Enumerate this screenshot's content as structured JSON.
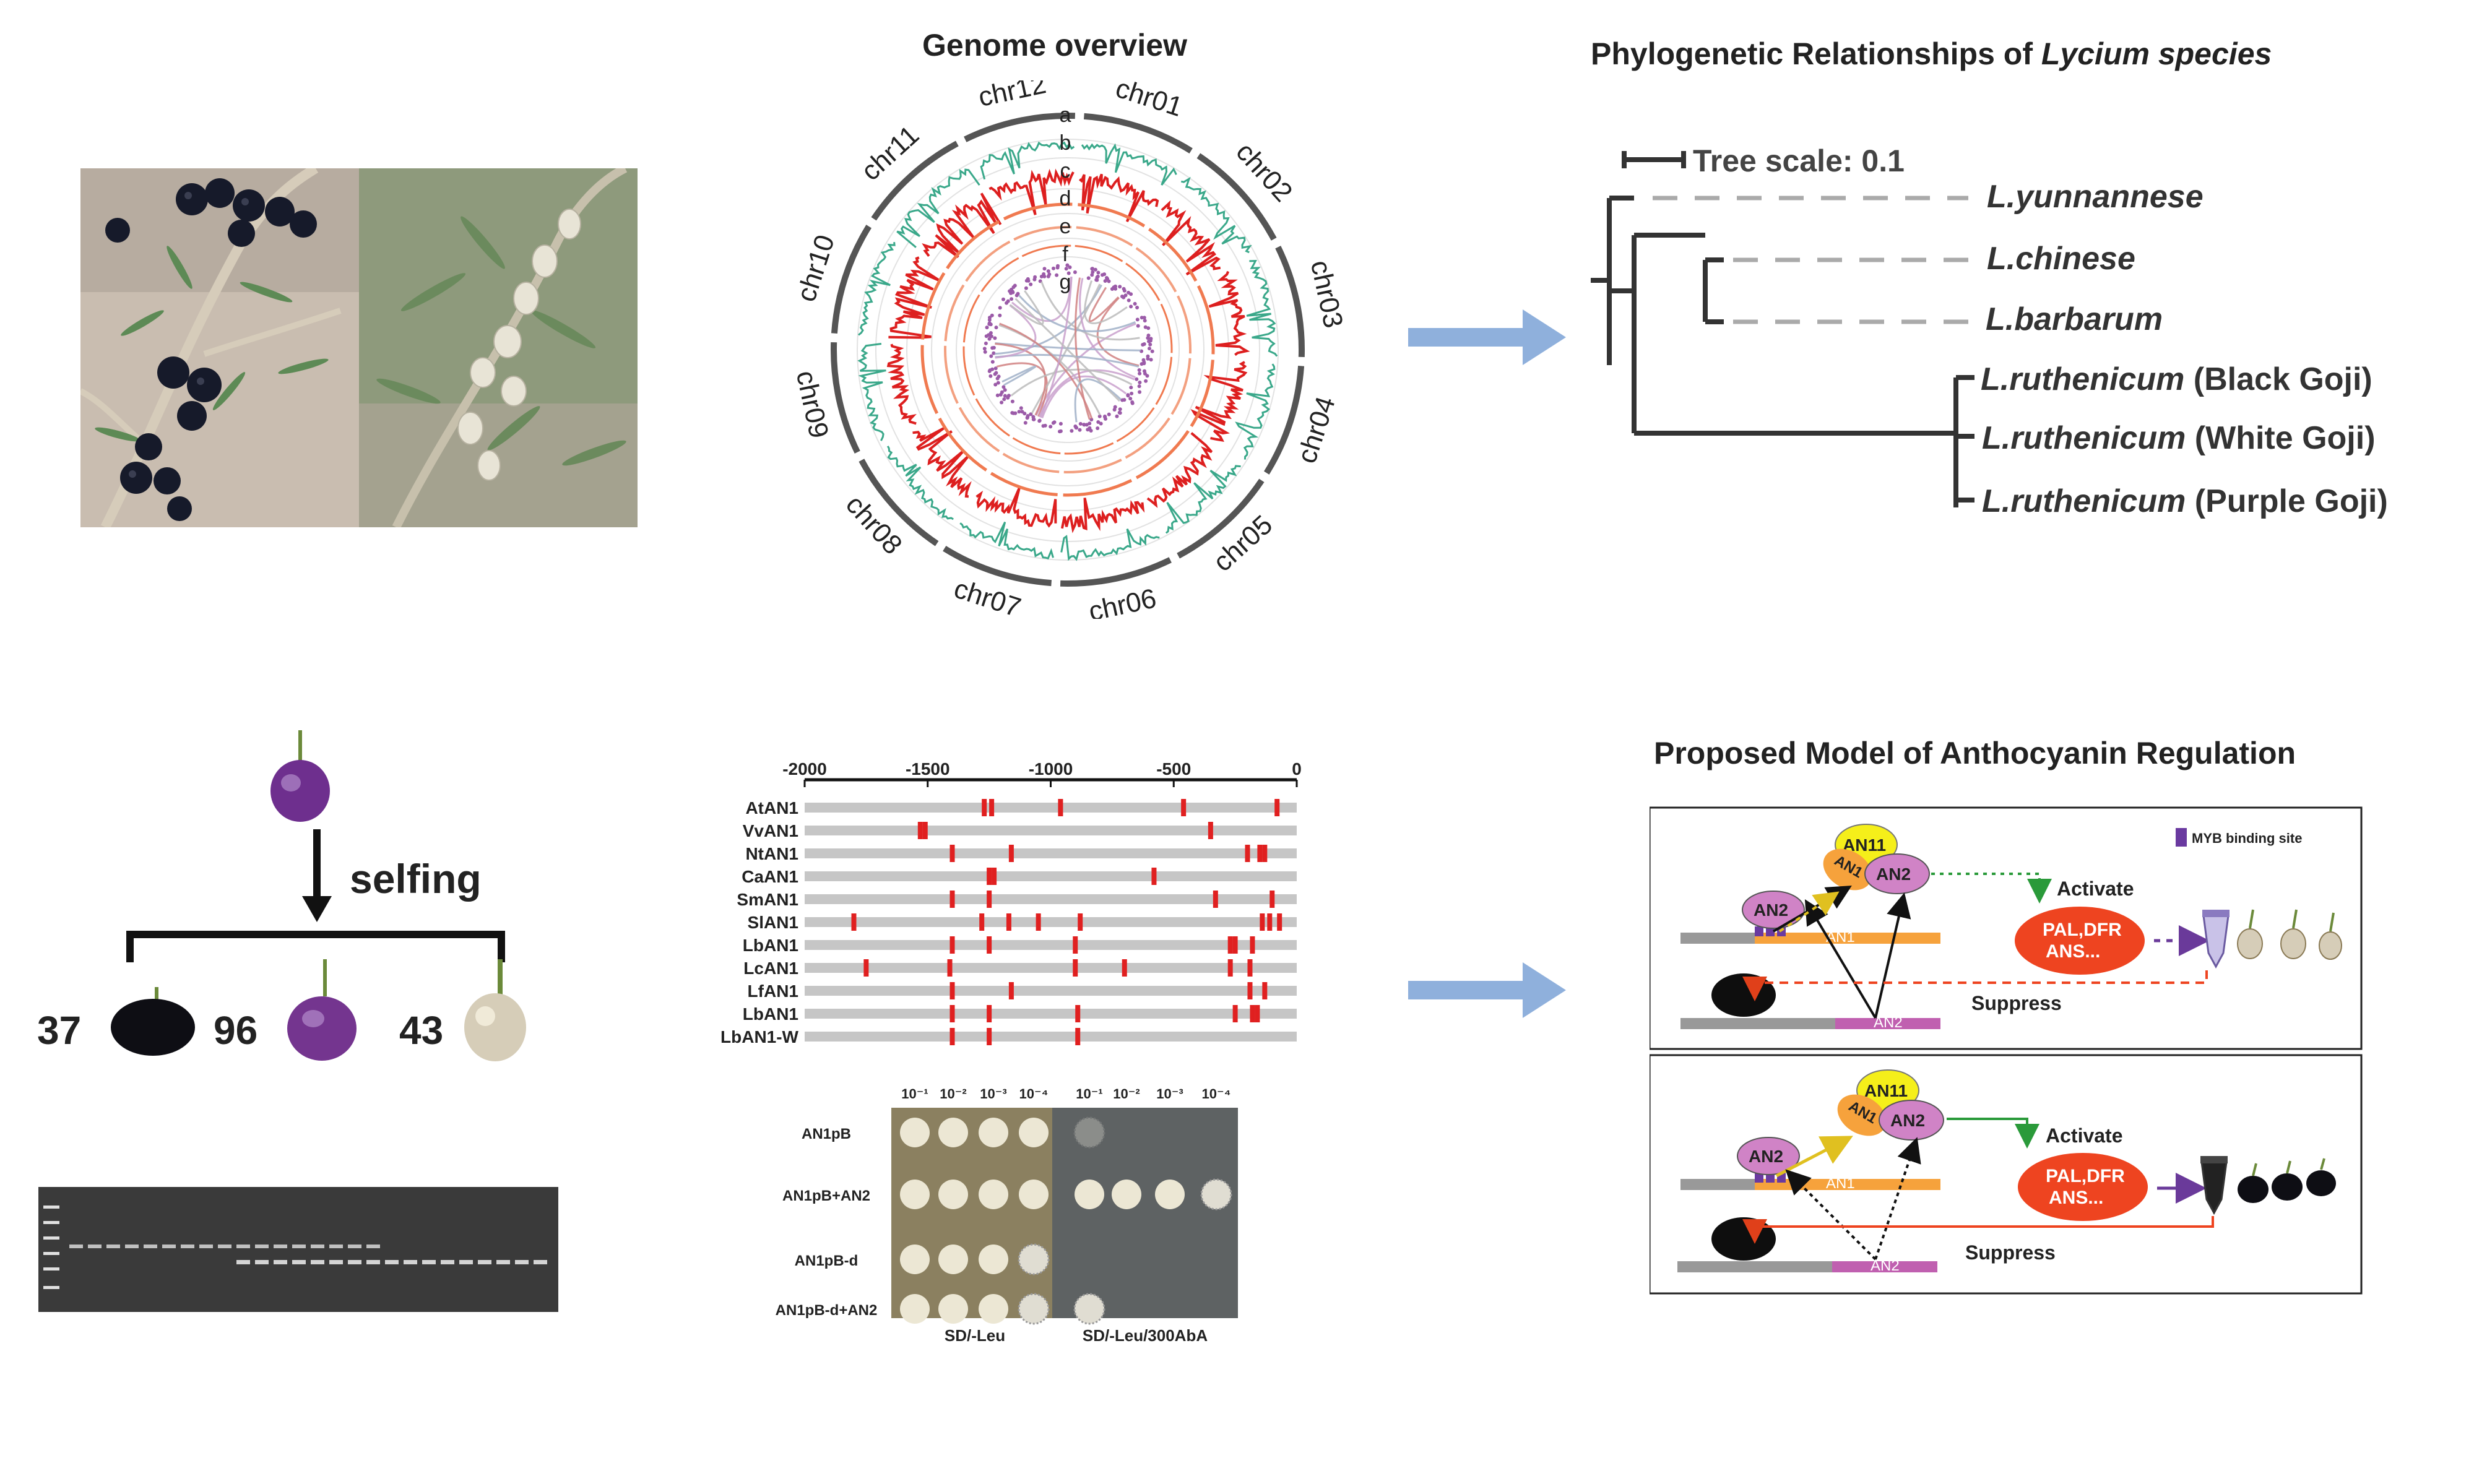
{
  "genome": {
    "title": "Genome overview",
    "chromosomes": [
      "chr01",
      "chr02",
      "chr03",
      "chr04",
      "chr05",
      "chr06",
      "chr07",
      "chr08",
      "chr09",
      "chr10",
      "chr11",
      "chr12"
    ],
    "track_labels": [
      "a",
      "b",
      "c",
      "d",
      "e",
      "f",
      "g"
    ]
  },
  "phylo": {
    "title_prefix": "Phylogenetic Relationships of ",
    "title_italic": "Lycium species",
    "tree_scale": "Tree scale: 0.1",
    "taxa": [
      {
        "name": "L.yunnannese",
        "suffix": ""
      },
      {
        "name": "L.chinese",
        "suffix": ""
      },
      {
        "name": "L.barbarum",
        "suffix": ""
      },
      {
        "name": "L.ruthenicum",
        "suffix": " (Black Goji)"
      },
      {
        "name": "L.ruthenicum",
        "suffix": " (White Goji)"
      },
      {
        "name": "L.ruthenicum",
        "suffix": " (Purple Goji)"
      }
    ]
  },
  "cross": {
    "selfing": "selfing",
    "counts": [
      "37",
      "96",
      "43"
    ]
  },
  "promoter": {
    "axis_ticks": [
      "-2000",
      "-1500",
      "-1000",
      "-500",
      "0"
    ],
    "genes": [
      "AtAN1",
      "VvAN1",
      "NtAN1",
      "CaAN1",
      "SmAN1",
      "SlAN1",
      "LbAN1",
      "LcAN1",
      "LfAN1",
      "LbAN1",
      "LbAN1-W"
    ]
  },
  "yeast": {
    "dilutions": [
      "10⁻¹",
      "10⁻²",
      "10⁻³",
      "10⁻⁴",
      "10⁻¹",
      "10⁻²",
      "10⁻³",
      "10⁻⁴"
    ],
    "rows": [
      "AN1pB",
      "AN1pB+AN2",
      "AN1pB-d",
      "AN1pB-d+AN2"
    ],
    "media": [
      "SD/-Leu",
      "SD/-Leu/300AbA"
    ]
  },
  "model": {
    "title": "Proposed Model of Anthocyanin Regulation",
    "legend": "MYB binding site",
    "AN11": "AN11",
    "AN1": "AN1",
    "AN2": "AN2",
    "activate": "Activate",
    "suppress": "Suppress",
    "enzymes_line1": "PAL,DFR",
    "enzymes_line2": "ANS..."
  },
  "colors": {
    "arrow": "#8fb0dc",
    "promoter_mark": "#e02020",
    "circos_green": "#3aa88a",
    "circos_red": "#dd1f1f",
    "circos_orange": "#f07a50",
    "circos_purple": "#9b5ba8",
    "an2_pink": "#d083c6",
    "an1_orange": "#f6a23c",
    "an11_yellow": "#f5ef1a",
    "enzyme_red": "#ee4420"
  }
}
